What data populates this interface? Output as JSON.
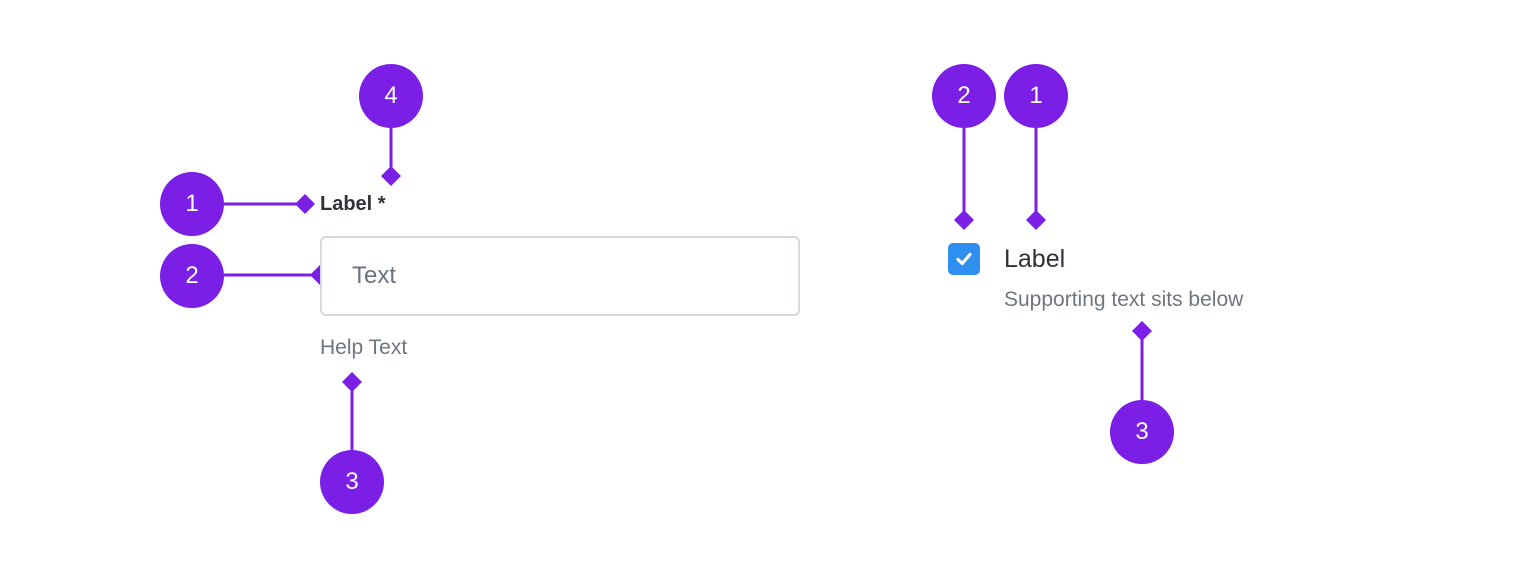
{
  "colors": {
    "accent": "#7b1fe6",
    "checkbox": "#2e8ff0",
    "input_border": "#d7dbe0",
    "label_text": "#2f3238",
    "help_text": "#6f7680"
  },
  "text_field": {
    "label": "Label *",
    "placeholder": "Text",
    "help_text": "Help Text",
    "markers": {
      "label": "1",
      "input": "2",
      "help_text": "3",
      "required": "4"
    }
  },
  "checkbox_item": {
    "checked": true,
    "check_icon": "checkmark-icon",
    "label": "Label",
    "supporting_text": "Supporting text sits below",
    "markers": {
      "checkbox": "2",
      "label": "1",
      "supporting_text": "3"
    }
  }
}
